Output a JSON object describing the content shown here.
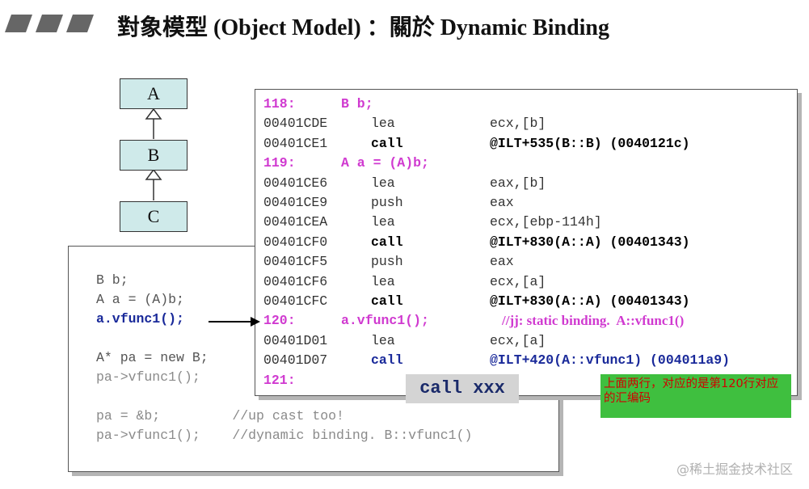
{
  "title": "對象模型 (Object Model) ：關於 Dynamic Binding",
  "class_diagram": {
    "top": "A",
    "middle": "B",
    "bottom": "C"
  },
  "source_code": [
    {
      "text": "B b;",
      "style": "normal"
    },
    {
      "text": "A a = (A)b;",
      "style": "normal"
    },
    {
      "text": "a.vfunc1();",
      "style": "hl"
    },
    {
      "text": "",
      "style": "normal"
    },
    {
      "text": "A* pa = new B;",
      "style": "normal"
    },
    {
      "text": "pa->vfunc1();",
      "style": "dim"
    },
    {
      "text": "",
      "style": "normal"
    },
    {
      "text": "pa = &b;         //up cast too!",
      "style": "dim"
    },
    {
      "text": "pa->vfunc1();    //dynamic binding. B::vfunc1()",
      "style": "dim"
    }
  ],
  "assembly": [
    {
      "kind": "src",
      "no": "118:",
      "stmt": "B b;",
      "cmt": ""
    },
    {
      "kind": "asm",
      "addr": "00401CDE",
      "op": "lea",
      "arg": "ecx,[b]",
      "style": ""
    },
    {
      "kind": "asm",
      "addr": "00401CE1",
      "op": "call",
      "arg": "@ILT+535(B::B) (0040121c)",
      "style": "bold"
    },
    {
      "kind": "src",
      "no": "119:",
      "stmt": "A a = (A)b;",
      "cmt": ""
    },
    {
      "kind": "asm",
      "addr": "00401CE6",
      "op": "lea",
      "arg": "eax,[b]",
      "style": ""
    },
    {
      "kind": "asm",
      "addr": "00401CE9",
      "op": "push",
      "arg": "eax",
      "style": ""
    },
    {
      "kind": "asm",
      "addr": "00401CEA",
      "op": "lea",
      "arg": "ecx,[ebp-114h]",
      "style": ""
    },
    {
      "kind": "asm",
      "addr": "00401CF0",
      "op": "call",
      "arg": "@ILT+830(A::A) (00401343)",
      "style": "bold"
    },
    {
      "kind": "asm",
      "addr": "00401CF5",
      "op": "push",
      "arg": "eax",
      "style": ""
    },
    {
      "kind": "asm",
      "addr": "00401CF6",
      "op": "lea",
      "arg": "ecx,[a]",
      "style": ""
    },
    {
      "kind": "asm",
      "addr": "00401CFC",
      "op": "call",
      "arg": "@ILT+830(A::A) (00401343)",
      "style": "bold"
    },
    {
      "kind": "src",
      "no": "120:",
      "stmt": "a.vfunc1();",
      "cmt": "//jj: static binding.  A::vfunc1()"
    },
    {
      "kind": "asm",
      "addr": "00401D01",
      "op": "lea",
      "arg": "ecx,[a]",
      "style": ""
    },
    {
      "kind": "asm",
      "addr": "00401D07",
      "op": "call",
      "arg": "@ILT+420(A::vfunc1) (004011a9)",
      "style": "blue"
    },
    {
      "kind": "src",
      "no": "121:",
      "stmt": "",
      "cmt": ""
    }
  ],
  "call_label": "call xxx",
  "note": "上面两行，对应的是第120行对应的汇编码",
  "watermark": "@稀土掘金技术社区",
  "colors": {
    "class_box": "#cfeaea",
    "source_line": "#d03ad0",
    "note_bg": "#3fbf3f",
    "note_text": "#d00000",
    "highlight": "#1a2a9a"
  }
}
